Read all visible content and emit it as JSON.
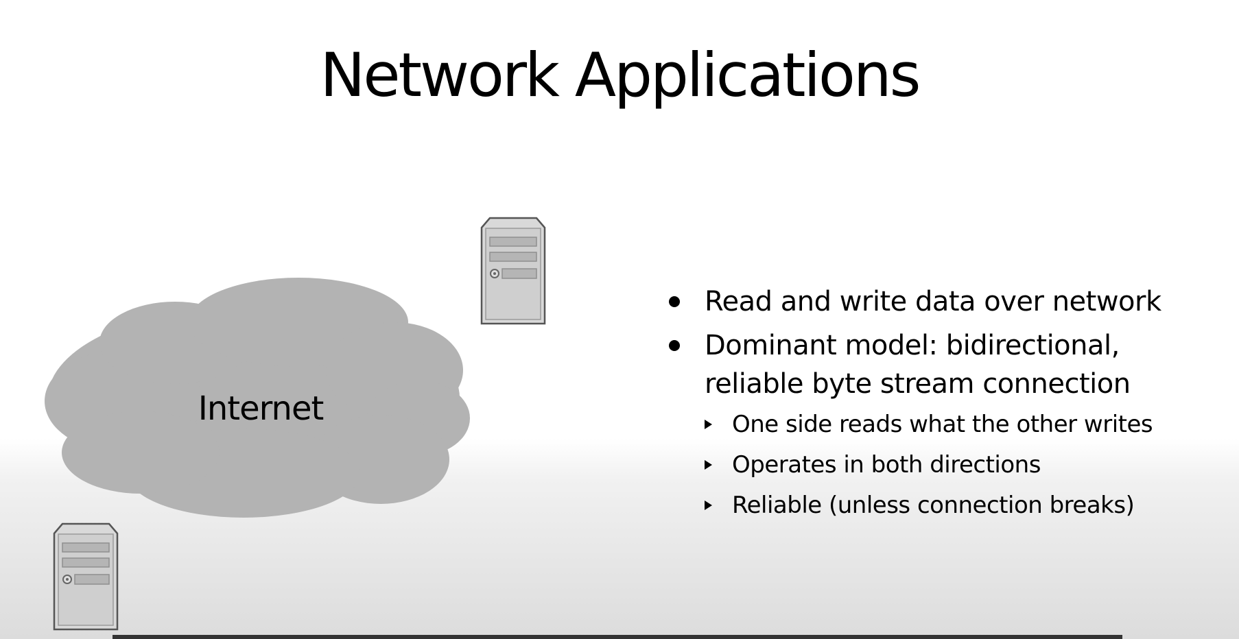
{
  "slide": {
    "title": "Network Applications",
    "diagram": {
      "cloud_label": "Internet",
      "icons": [
        "server-icon",
        "server-icon",
        "cloud-icon"
      ]
    },
    "bullets": [
      {
        "text": "Read and write data over network",
        "sub": []
      },
      {
        "text_line1": "Dominant model: bidirectional,",
        "text_line2": "reliable byte stream connection",
        "sub": [
          "One side reads what the other writes",
          "Operates in both directions",
          "Reliable (unless connection breaks)"
        ]
      }
    ],
    "colors": {
      "cloud": "#b3b3b3",
      "server_body": "#d9d9d9",
      "server_outline": "#555555"
    }
  }
}
